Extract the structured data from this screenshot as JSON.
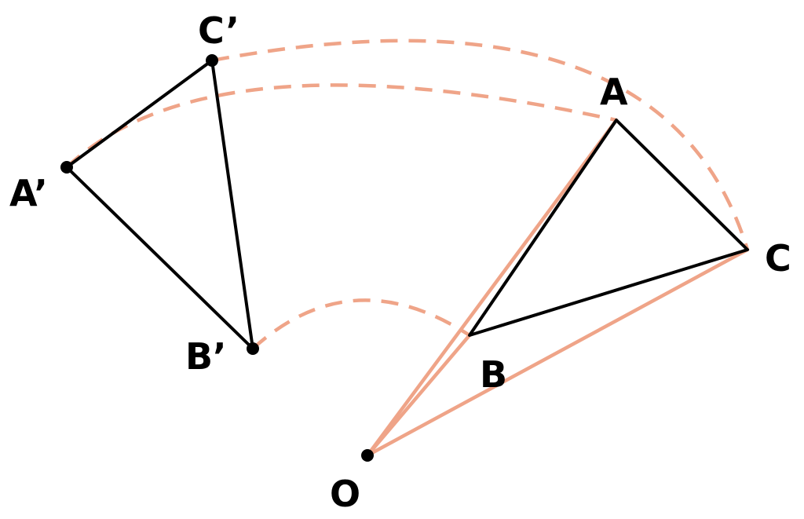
{
  "colors": {
    "construction": "#EFA488",
    "figure": "#000000",
    "background": "#FFFFFF"
  },
  "labels": {
    "A": "A",
    "B": "B",
    "C": "C",
    "A_prime": "A’",
    "B_prime": "B’",
    "C_prime": "C’",
    "O": "O"
  },
  "figure": {
    "original_triangle": [
      "A",
      "B",
      "C"
    ],
    "image_triangle": [
      "A’",
      "B’",
      "C’"
    ],
    "center_of_rotation": "O",
    "segments_from_center": [
      "OA",
      "OB",
      "OC"
    ],
    "arcs": [
      "A to A’",
      "B to B’",
      "C to C’"
    ]
  }
}
